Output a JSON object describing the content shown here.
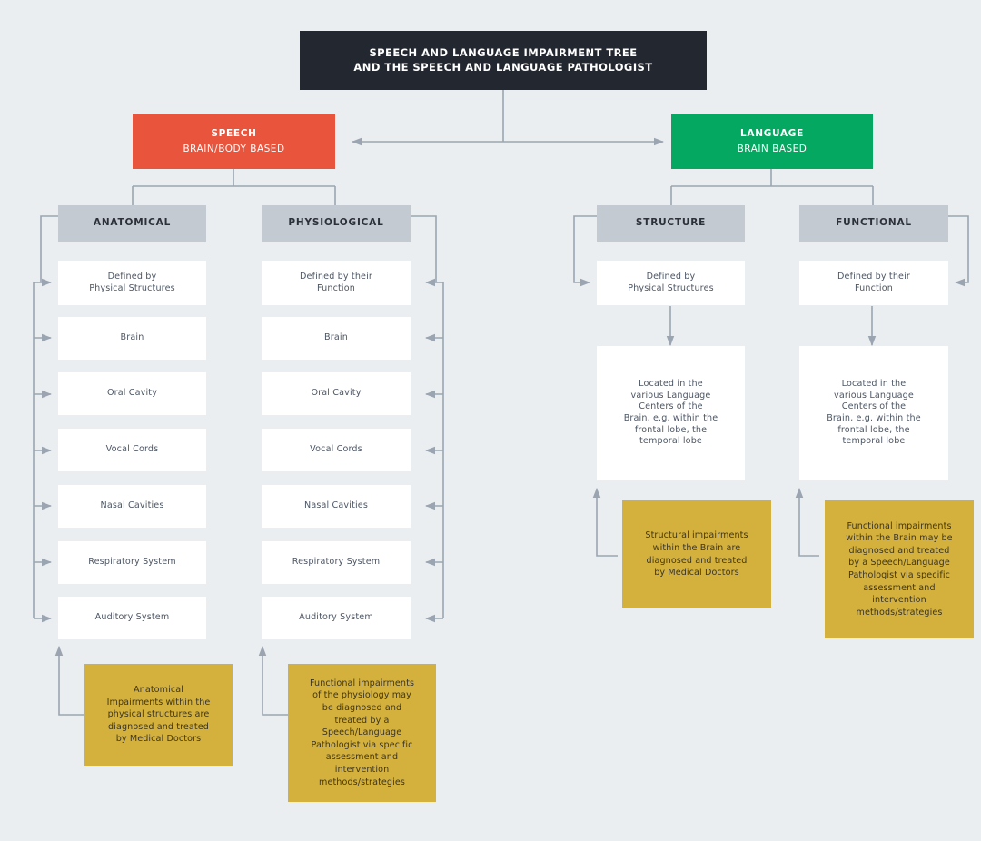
{
  "theme": {
    "background": "#eaeef0",
    "title_bg": "#232830",
    "speech_color": "#e8543c",
    "language_color": "#05a860",
    "header_gray": "#c4cad2",
    "item_white": "#ffffff",
    "note_yellow": "#d4b13c",
    "wire_color": "#9aa5b1",
    "text_dark": "#4c5664"
  },
  "title": {
    "line1": "SPEECH AND LANGUAGE IMPAIRMENT TREE",
    "line2": "AND THE SPEECH AND LANGUAGE PATHOLOGIST"
  },
  "branches": {
    "speech": {
      "heading": "SPEECH",
      "subheading": "BRAIN/BODY BASED"
    },
    "language": {
      "heading": "LANGUAGE",
      "subheading": "BRAIN BASED"
    }
  },
  "columns": [
    {
      "id": "anatomical",
      "header": "ANATOMICAL",
      "items": [
        "Defined by\nPhysical Structures",
        "Brain",
        "Oral Cavity",
        "Vocal Cords",
        "Nasal Cavities",
        "Respiratory System",
        "Auditory System"
      ],
      "note": "Anatomical\nImpairments within the\nphysical structures are\ndiagnosed and treated\nby Medical Doctors"
    },
    {
      "id": "physiological",
      "header": "PHYSIOLOGICAL",
      "items": [
        "Defined by their\nFunction",
        "Brain",
        "Oral Cavity",
        "Vocal Cords",
        "Nasal Cavities",
        "Respiratory System",
        "Auditory System"
      ],
      "note": "Functional impairments\nof the physiology may\nbe diagnosed and\ntreated by a\nSpeech/Language\nPathologist via specific\nassessment and\nintervention\nmethods/strategies"
    },
    {
      "id": "structure",
      "header": "STRUCTURE",
      "items": [
        "Defined by\nPhysical Structures",
        "Located in the\nvarious Language\nCenters of the\nBrain, e.g. within the\nfrontal lobe, the\ntemporal lobe"
      ],
      "note": "Structural impairments\nwithin the Brain are\ndiagnosed and treated\nby Medical Doctors"
    },
    {
      "id": "functional",
      "header": "FUNCTIONAL",
      "items": [
        "Defined by their\nFunction",
        "Located in the\nvarious Language\nCenters of the\nBrain, e.g. within the\nfrontal lobe, the\ntemporal lobe"
      ],
      "note": "Functional impairments\nwithin the Brain may be\ndiagnosed and treated\nby a Speech/Language\nPathologist via specific\nassessment and\nintervention\nmethods/strategies"
    }
  ]
}
